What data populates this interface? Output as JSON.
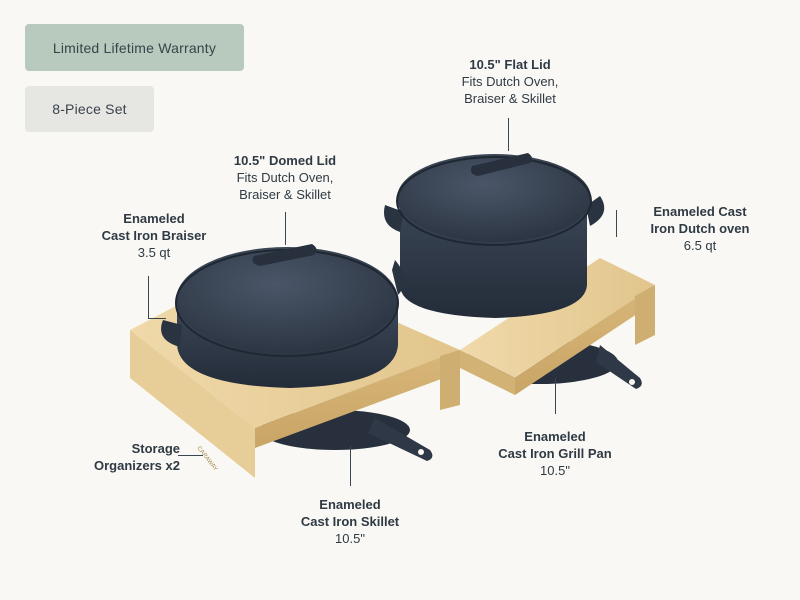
{
  "badges": {
    "warranty": "Limited Lifetime Warranty",
    "set": "8-Piece Set"
  },
  "callouts": {
    "flat_lid": {
      "title": "10.5\" Flat Lid",
      "line1": "Fits Dutch Oven,",
      "line2": "Braiser & Skillet"
    },
    "domed_lid": {
      "title": "10.5\" Domed Lid",
      "line1": "Fits Dutch Oven,",
      "line2": "Braiser & Skillet"
    },
    "braiser": {
      "title1": "Enameled",
      "title2": "Cast Iron Braiser",
      "size": "3.5 qt"
    },
    "dutch_oven": {
      "title1": "Enameled Cast",
      "title2": "Iron Dutch oven",
      "size": "6.5 qt"
    },
    "storage": {
      "title1": "Storage",
      "title2": "Organizers x2"
    },
    "grill_pan": {
      "title1": "Enameled",
      "title2": "Cast Iron Grill Pan",
      "size": "10.5\""
    },
    "skillet": {
      "title1": "Enameled",
      "title2": "Cast Iron Skillet",
      "size": "10.5\""
    }
  },
  "colors": {
    "cookware": "#2e3846",
    "wood": "#e3c68d",
    "badge_warranty": "#b8c9bd",
    "badge_set": "#e6e6e3"
  },
  "brand_mark": "CARAWAY"
}
